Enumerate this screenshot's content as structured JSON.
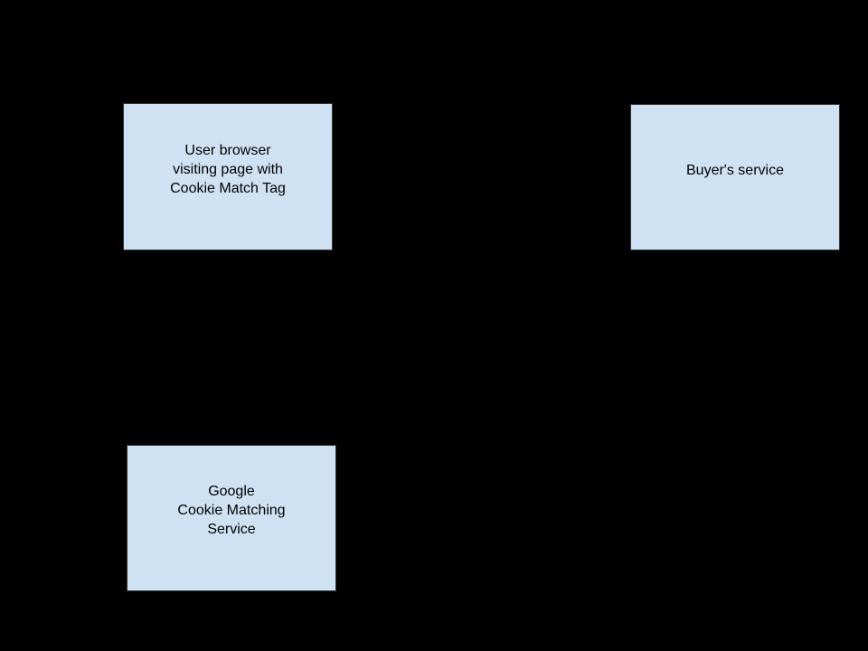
{
  "diagram": {
    "background_color": "#000000",
    "node_fill_color": "#cfe2f3",
    "node_border_color": "#333333",
    "node_text_color": "#000000",
    "nodes": [
      {
        "id": "user-browser",
        "label_lines": [
          "User browser",
          "visiting page with",
          "Cookie Match Tag"
        ]
      },
      {
        "id": "buyers-service",
        "label_lines": [
          "Buyer's service"
        ]
      },
      {
        "id": "google-cookie-matching-service",
        "label_lines": [
          "Google",
          "Cookie Matching",
          "Service"
        ]
      }
    ]
  }
}
